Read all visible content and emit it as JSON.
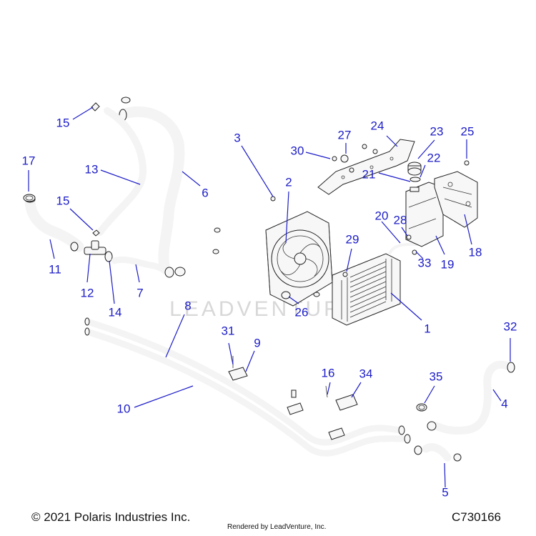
{
  "diagram": {
    "callouts": [
      {
        "n": "15",
        "id": "15a"
      },
      {
        "n": "3",
        "id": "3"
      },
      {
        "n": "27",
        "id": "27"
      },
      {
        "n": "24",
        "id": "24"
      },
      {
        "n": "23",
        "id": "23"
      },
      {
        "n": "25",
        "id": "25"
      },
      {
        "n": "30",
        "id": "30"
      },
      {
        "n": "22",
        "id": "22"
      },
      {
        "n": "17",
        "id": "17"
      },
      {
        "n": "13",
        "id": "13"
      },
      {
        "n": "2",
        "id": "2"
      },
      {
        "n": "6",
        "id": "6"
      },
      {
        "n": "21",
        "id": "21"
      },
      {
        "n": "15",
        "id": "15b"
      },
      {
        "n": "20",
        "id": "20"
      },
      {
        "n": "28",
        "id": "28"
      },
      {
        "n": "18",
        "id": "18"
      },
      {
        "n": "29",
        "id": "29"
      },
      {
        "n": "11",
        "id": "11"
      },
      {
        "n": "19",
        "id": "19"
      },
      {
        "n": "33",
        "id": "33"
      },
      {
        "n": "12",
        "id": "12"
      },
      {
        "n": "7",
        "id": "7"
      },
      {
        "n": "14",
        "id": "14"
      },
      {
        "n": "8",
        "id": "8"
      },
      {
        "n": "26",
        "id": "26"
      },
      {
        "n": "1",
        "id": "1"
      },
      {
        "n": "31",
        "id": "31"
      },
      {
        "n": "9",
        "id": "9"
      },
      {
        "n": "32",
        "id": "32"
      },
      {
        "n": "16",
        "id": "16"
      },
      {
        "n": "34",
        "id": "34"
      },
      {
        "n": "35",
        "id": "35"
      },
      {
        "n": "4",
        "id": "4"
      },
      {
        "n": "10",
        "id": "10"
      },
      {
        "n": "5",
        "id": "5"
      }
    ],
    "watermark": "LEADVENTURE"
  },
  "footer": {
    "copyright": "© 2021 Polaris Industries Inc.",
    "rendered_by": "Rendered by LeadVenture, Inc.",
    "drawing_number": "C730166"
  }
}
